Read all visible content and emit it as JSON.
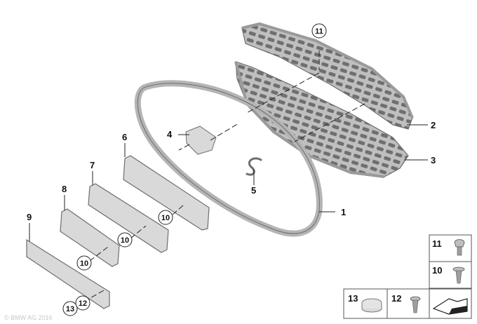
{
  "diagram": {
    "callouts": {
      "c1": "1",
      "c2": "2",
      "c3": "3",
      "c4": "4",
      "c5": "5",
      "c6": "6",
      "c7": "7",
      "c8": "8",
      "c9": "9"
    },
    "circled": {
      "c11": "11",
      "c10a": "10",
      "c10b": "10",
      "c10c": "10",
      "c12": "12",
      "c13": "13"
    },
    "legend": {
      "n11": "11",
      "n10": "10",
      "n13": "13",
      "n12": "12"
    },
    "watermark": "© BMW AG 2016"
  },
  "colors": {
    "part_fill": "#d9d9d9",
    "part_stroke": "#6e6e6e",
    "grille_dark": "#8a8a8a",
    "line": "#222222"
  }
}
